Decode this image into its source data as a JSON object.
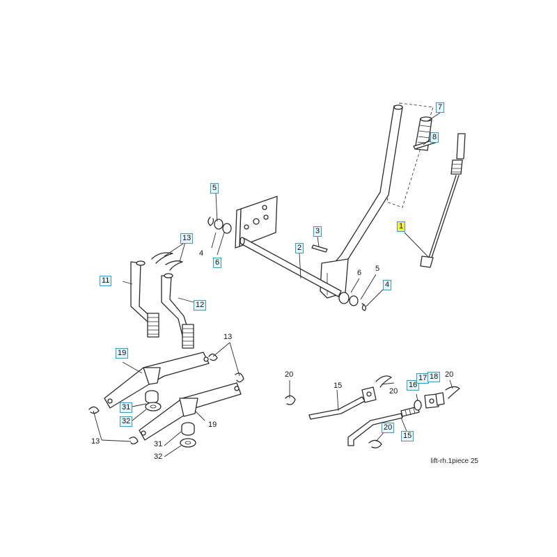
{
  "diagram": {
    "footer_text": "lift-rh.1piece  25",
    "highlight_color": "#ffee33",
    "callout_box_color": "#e6f6fb",
    "callout_border_color": "#3a9bc2",
    "callouts": [
      {
        "id": "c1",
        "label": "1",
        "style": "highlighted"
      },
      {
        "id": "c2",
        "label": "2",
        "style": "boxed"
      },
      {
        "id": "c3",
        "label": "3",
        "style": "boxed"
      },
      {
        "id": "c4a",
        "label": "4",
        "style": "plain"
      },
      {
        "id": "c4b",
        "label": "4",
        "style": "boxed"
      },
      {
        "id": "c5a",
        "label": "5",
        "style": "boxed"
      },
      {
        "id": "c5b",
        "label": "5",
        "style": "plain"
      },
      {
        "id": "c6a",
        "label": "6",
        "style": "boxed"
      },
      {
        "id": "c6b",
        "label": "6",
        "style": "plain"
      },
      {
        "id": "c7",
        "label": "7",
        "style": "boxed"
      },
      {
        "id": "c8",
        "label": "8",
        "style": "boxed"
      },
      {
        "id": "c11",
        "label": "11",
        "style": "boxed"
      },
      {
        "id": "c12",
        "label": "12",
        "style": "boxed"
      },
      {
        "id": "c13a",
        "label": "13",
        "style": "boxed"
      },
      {
        "id": "c13b",
        "label": "13",
        "style": "plain"
      },
      {
        "id": "c13c",
        "label": "13",
        "style": "plain"
      },
      {
        "id": "c15a",
        "label": "15",
        "style": "plain"
      },
      {
        "id": "c15b",
        "label": "15",
        "style": "boxed"
      },
      {
        "id": "c16",
        "label": "16",
        "style": "boxed"
      },
      {
        "id": "c17",
        "label": "17",
        "style": "boxed"
      },
      {
        "id": "c18",
        "label": "18",
        "style": "boxed"
      },
      {
        "id": "c19a",
        "label": "19",
        "style": "boxed"
      },
      {
        "id": "c19b",
        "label": "19",
        "style": "plain"
      },
      {
        "id": "c20a",
        "label": "20",
        "style": "plain"
      },
      {
        "id": "c20b",
        "label": "20",
        "style": "plain"
      },
      {
        "id": "c20c",
        "label": "20",
        "style": "plain"
      },
      {
        "id": "c20d",
        "label": "20",
        "style": "boxed"
      },
      {
        "id": "c31a",
        "label": "31",
        "style": "boxed"
      },
      {
        "id": "c31b",
        "label": "31",
        "style": "plain"
      },
      {
        "id": "c32a",
        "label": "32",
        "style": "boxed"
      },
      {
        "id": "c32b",
        "label": "32",
        "style": "plain"
      }
    ]
  }
}
